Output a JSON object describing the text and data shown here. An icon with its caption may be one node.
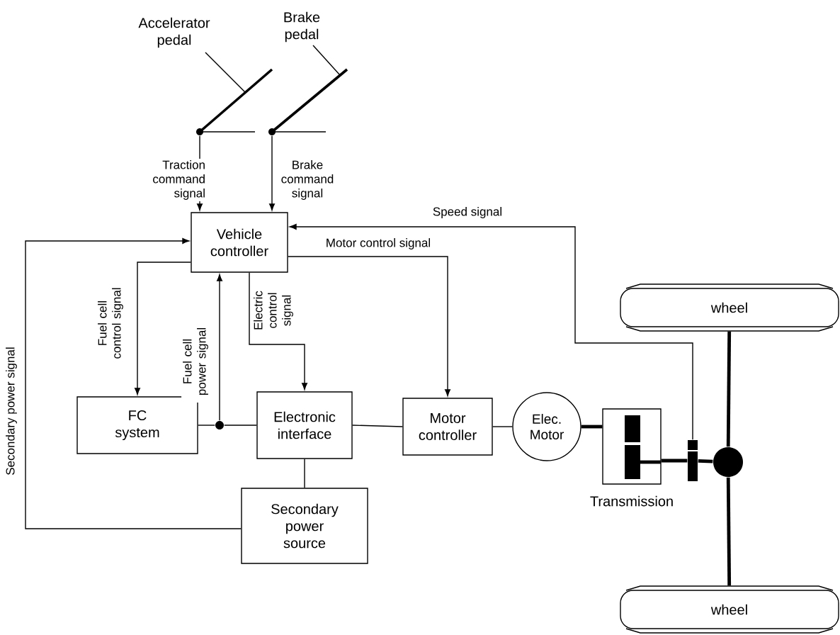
{
  "diagram": {
    "nodes": [
      {
        "text": [
          "Accelerator pedal"
        ]
      },
      {
        "text": [
          "Brake pedal"
        ]
      },
      {
        "text": [],
        "shape": "lever"
      },
      {
        "text": [],
        "shape": "lever"
      },
      {
        "text": [
          "Vehicle controller"
        ]
      },
      {
        "text": [
          "FC system"
        ]
      },
      {
        "text": [
          "Electronic interface"
        ]
      },
      {
        "text": [
          "Motor controller"
        ]
      },
      {
        "text": [
          "Elec. Motor"
        ]
      },
      {
        "text": [
          "Secondary power source"
        ]
      },
      {
        "text": [
          "Transmission"
        ]
      },
      {
        "text": [
          "wheel"
        ]
      },
      {
        "text": [
          "wheel"
        ]
      },
      {
        "text": [],
        "shape": "circle"
      },
      {
        "text": [],
        "shape": "circle"
      },
      {
        "text": [],
        "shape": "box"
      }
    ],
    "edges": [
      {
        "from": 0,
        "to": 2,
        "arrow": "none"
      },
      {
        "from": 1,
        "to": 3,
        "arrow": "none"
      },
      {
        "from": 2,
        "to": 4,
        "arrow": "to",
        "label": "Traction command signal"
      },
      {
        "from": 3,
        "to": 4,
        "arrow": "to",
        "label": "Brake command signal"
      },
      {
        "from": 15,
        "to": 4,
        "arrow": "to",
        "label": "Speed signal"
      },
      {
        "from": 4,
        "to": 7,
        "arrow": "to",
        "label": "Motor control signal"
      },
      {
        "from": 4,
        "to": 5,
        "arrow": "to",
        "label": "Fuel cell control signal"
      },
      {
        "from": 13,
        "to": 4,
        "arrow": "to",
        "label": "Fuel cell power signal"
      },
      {
        "from": 4,
        "to": 6,
        "arrow": "to",
        "label": "Electric control signal"
      },
      {
        "from": 9,
        "to": 4,
        "arrow": "to",
        "label": "Secondary power signal"
      },
      {
        "from": 5,
        "to": 13,
        "arrow": "none"
      },
      {
        "from": 13,
        "to": 6,
        "arrow": "none"
      },
      {
        "from": 6,
        "to": 7,
        "arrow": "none"
      },
      {
        "from": 7,
        "to": 8,
        "arrow": "none"
      },
      {
        "from": 8,
        "to": 10,
        "arrow": "none",
        "style": "thick"
      },
      {
        "from": 6,
        "to": 9,
        "arrow": "none"
      },
      {
        "from": 10,
        "to": 15,
        "arrow": "none",
        "style": "thick"
      },
      {
        "from": 15,
        "to": 14,
        "arrow": "none",
        "style": "thick"
      },
      {
        "from": 11,
        "to": 14,
        "arrow": "none",
        "style": "thick"
      },
      {
        "from": 14,
        "to": 12,
        "arrow": "none",
        "style": "thick"
      }
    ]
  }
}
